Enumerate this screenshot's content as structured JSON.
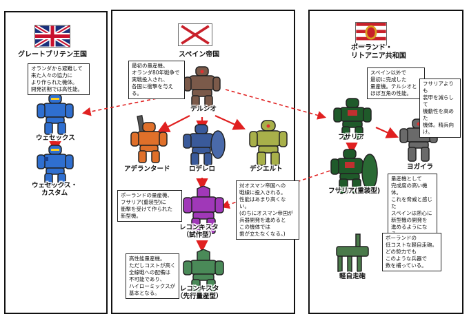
{
  "countries": {
    "britain": "グレートブリテン王国",
    "spain": "スペイン帝国",
    "poland": "ポーランド・\nリトアニア共和国"
  },
  "units": {
    "tercio": "テルシオ",
    "wessex": "ウェセックス",
    "wessex_custom": "ウェセックス・\nカスタム",
    "adelantado": "アデランタード",
    "rodelero": "ロデレロ",
    "desierto": "デシエルト",
    "reconquista_proto": "レコンキスタ\n（試作型）",
    "reconquista_early": "レコンキスタ\n（先行量産型）",
    "husaria": "フサリア",
    "husaria_heavy": "フサリア(重装型)",
    "jegier": "ヨガイラ",
    "light_walker": "軽自走砲"
  },
  "notes": {
    "britain": "オランダから避難して\n来た人々の協力に\nより作られた機体。\n開発初期では高性能。",
    "tercio": "最初の量産機。\nオランダ80年戦争で\n実戦投入され、\n各国に衝撃を与える。",
    "husaria": "スペイン以外で\n最初に完成した\n量産機。テルシオと\nほぼ互角の性能。",
    "jegier": "フサリアよりも\n装甲を減らして\n機動性を高めた\n機体。精兵向け。",
    "reconquista": "ポーランドの量産機、\nフサリア(重装型)に\n衝撃を受けて作られた\n新型機。",
    "desierto": "対オスマン帝国への\n戦線に投入される。\n性能はあまり高くない。\n(のちにオスマン帝国が\n兵器開発を進めると\nこの機体では\n歯が立たなくなる。)",
    "husaria_heavy": "量産機として\n完成度の高い機体。\nこれを脅威と感じた\nスペインは熱心に\n新型機の開発を\n進めるようになる。",
    "early": "高性能量産機。\nただしコストが高く\n全線戦への配備は\n不可能であり、\nハイローミックスが\n基本となる。",
    "walker": "ポーランドの\n低コストな軽自走砲。\nどの勢力でも\nこのような兵器で\n数を補っている。"
  },
  "colors": {
    "arrow_solid": "#e02020",
    "arrow_dashed": "#e02020",
    "britain_blue": "#2f6fd0",
    "spain_brown": "#7b5a4a",
    "spain_orange": "#e0702a",
    "spain_navy": "#3a5a9a",
    "spain_olive": "#a8b04a",
    "spain_purple": "#a038b8",
    "spain_green": "#4a8a58",
    "poland_green": "#1f5a2a",
    "poland_gray": "#6a6a6a",
    "poland_walker": "#4a7a4a"
  }
}
